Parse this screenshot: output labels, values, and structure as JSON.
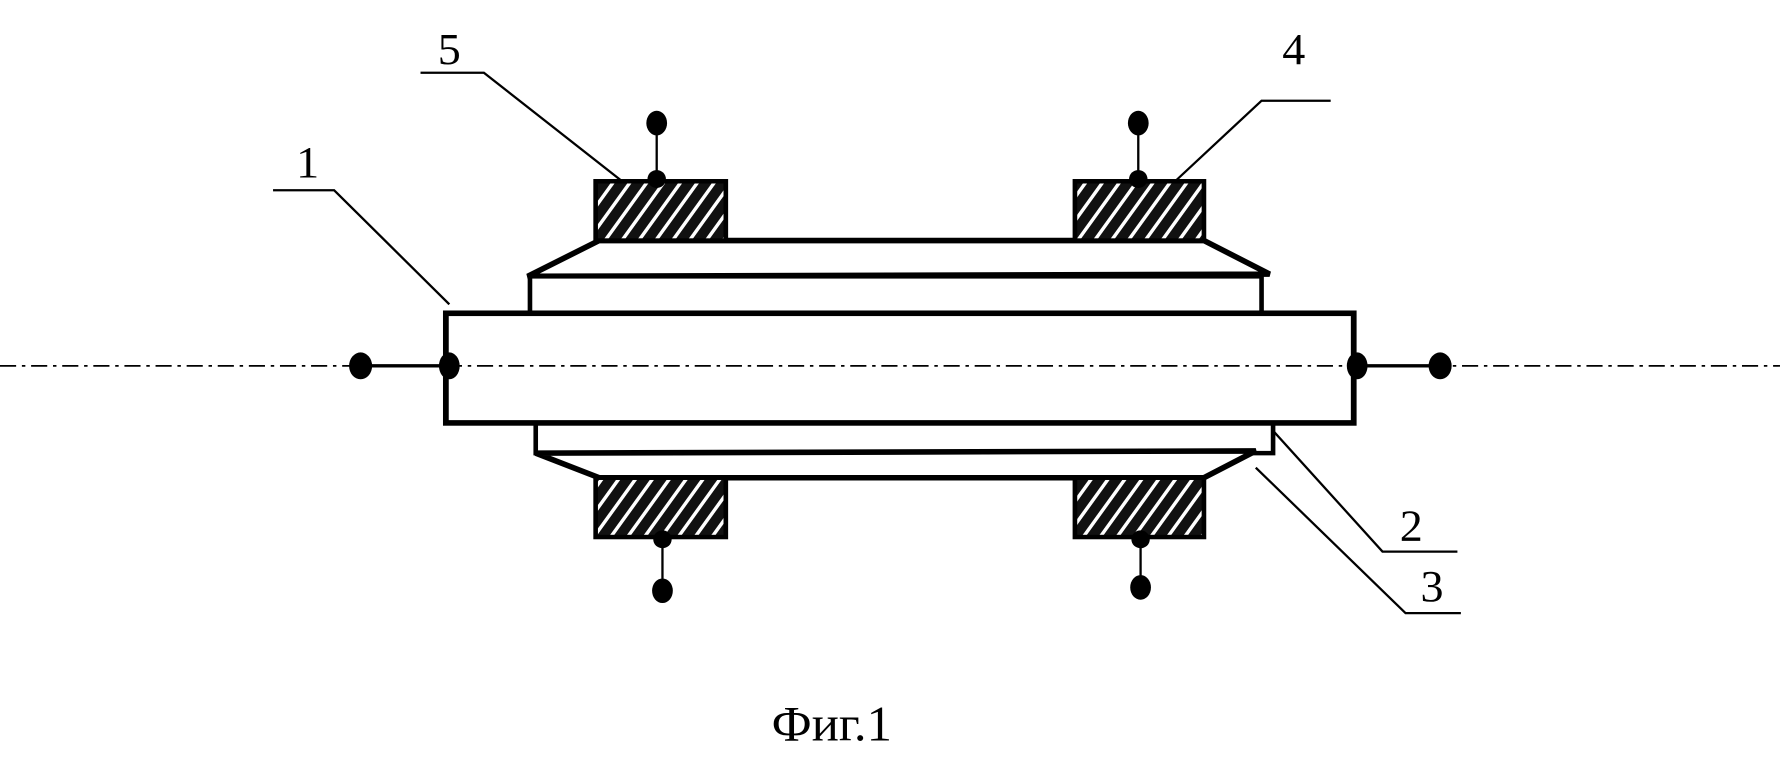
{
  "figure": {
    "caption": "Фиг.1",
    "labels": {
      "rod": "1",
      "tube": "2",
      "cone": "3",
      "coil_right": "4",
      "coil_left": "5"
    }
  }
}
